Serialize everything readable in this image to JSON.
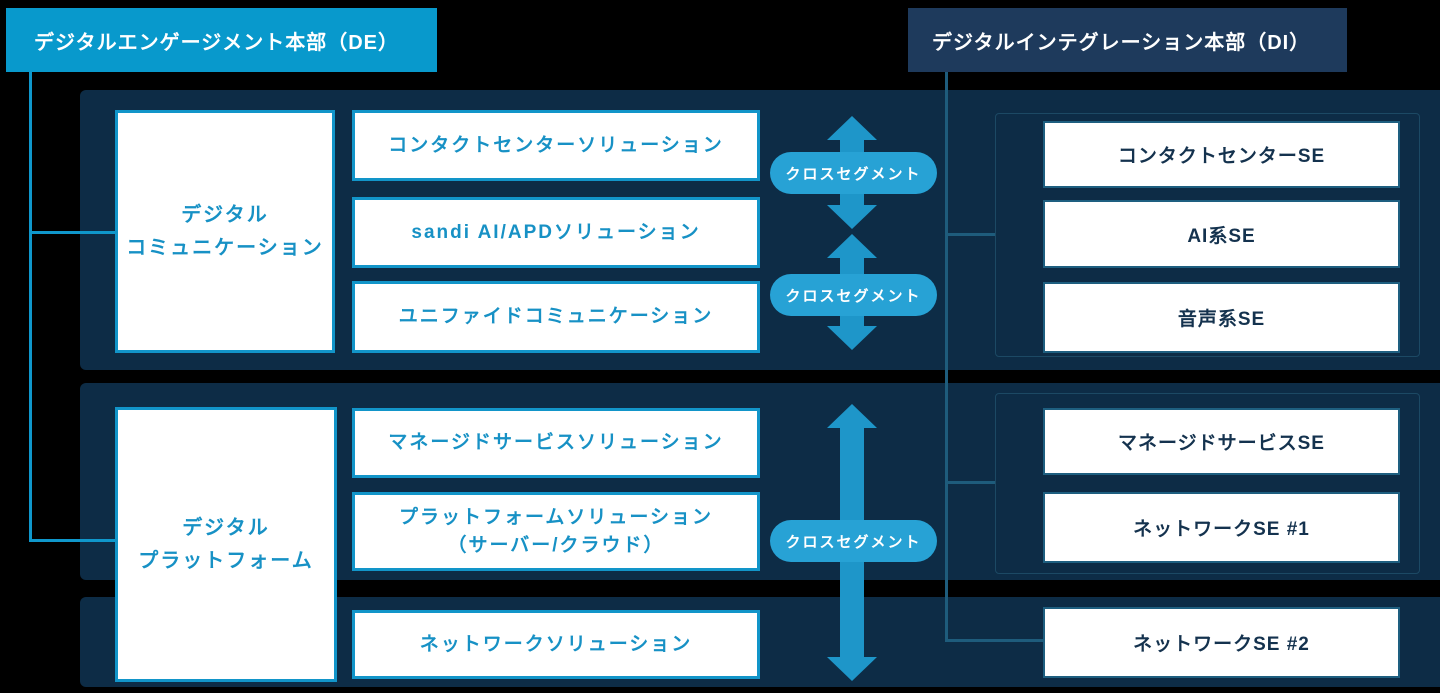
{
  "palette": {
    "background": "#000000",
    "accent_cyan": "#0899CC",
    "navy_header": "#1E3A5C",
    "panel_navy": "#0D2C46",
    "left_box_border": "#1295C9",
    "left_text_cyan": "#1791C5",
    "right_box_border": "#1E5F80",
    "right_text_navy": "#14324E",
    "arrow_cyan": "#1E96C9",
    "pill_cyan": "#27A2D5",
    "left_connector": "#0F97CB",
    "right_connector": "#1E5C7C"
  },
  "headers": {
    "de": "デジタルエンゲージメント本部（DE）",
    "di": "デジタルインテグレーション本部（DI）"
  },
  "cross_segment": {
    "label": "クロスセグメント"
  },
  "de_division": {
    "groups": [
      {
        "label_line1": "デジタル",
        "label_line2": "コミュニケーション",
        "solutions": [
          "コンタクトセンターソリューション",
          "sandi AI/APDソリューション",
          "ユニファイドコミュニケーション"
        ]
      },
      {
        "label_line1": "デジタル",
        "label_line2": "プラットフォーム",
        "solutions": [
          "マネージドサービスソリューション",
          "プラットフォームソリューション",
          "ネットワークソリューション"
        ],
        "solution_platform_line2": "（サーバー/クラウド）"
      }
    ]
  },
  "di_division": {
    "se_teams": [
      "コンタクトセンターSE",
      "AI系SE",
      "音声系SE",
      "マネージドサービスSE",
      "ネットワークSE #1",
      "ネットワークSE #2"
    ]
  }
}
